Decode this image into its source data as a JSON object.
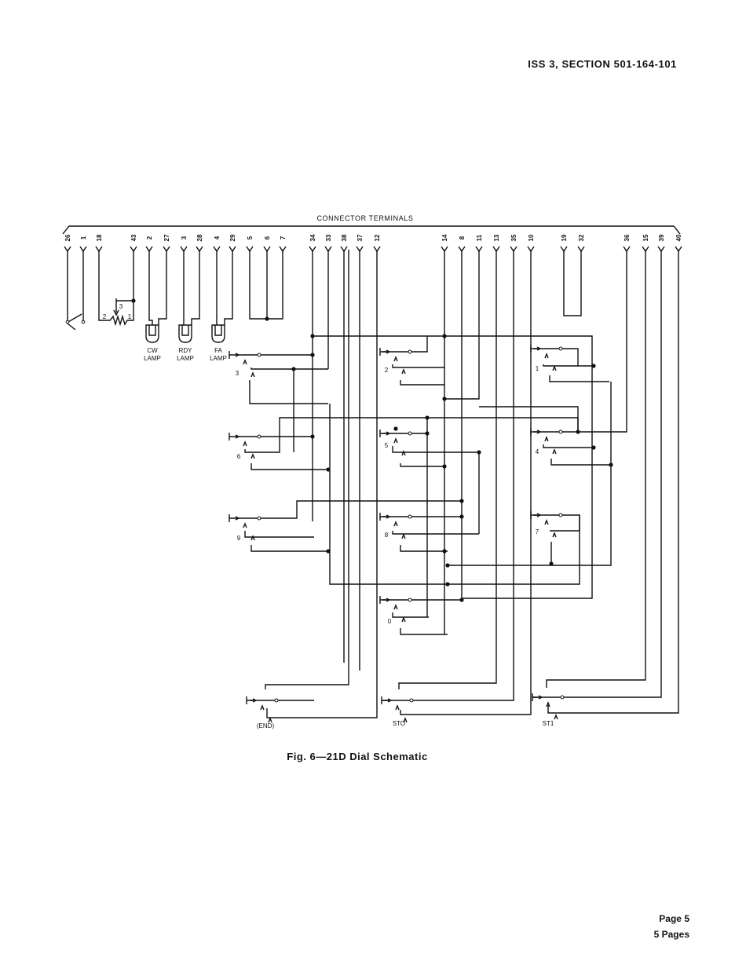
{
  "header": {
    "section_ref": "ISS 3, SECTION 501-164-101"
  },
  "diagram": {
    "group_label": "CONNECTOR TERMINALS",
    "terminals": [
      "26",
      "1",
      "18",
      "43",
      "2",
      "27",
      "3",
      "28",
      "4",
      "29",
      "5",
      "6",
      "7",
      "34",
      "33",
      "38",
      "37",
      "12",
      "14",
      "8",
      "11",
      "13",
      "35",
      "10",
      "19",
      "32",
      "36",
      "15",
      "39",
      "40"
    ],
    "lamps": [
      {
        "line1": "CW",
        "line2": "LAMP"
      },
      {
        "line1": "RDY",
        "line2": "LAMP"
      },
      {
        "line1": "FA",
        "line2": "LAMP"
      }
    ],
    "pot_labels": [
      "3",
      "2",
      "1"
    ],
    "contact_labels": [
      "3",
      "2",
      "1",
      "6",
      "5",
      "4",
      "9",
      "8",
      "7",
      "0",
      "(END)",
      "STO",
      "ST1"
    ]
  },
  "caption": "Fig. 6—21D Dial Schematic",
  "footer": {
    "page": "Page 5",
    "total": "5 Pages"
  }
}
